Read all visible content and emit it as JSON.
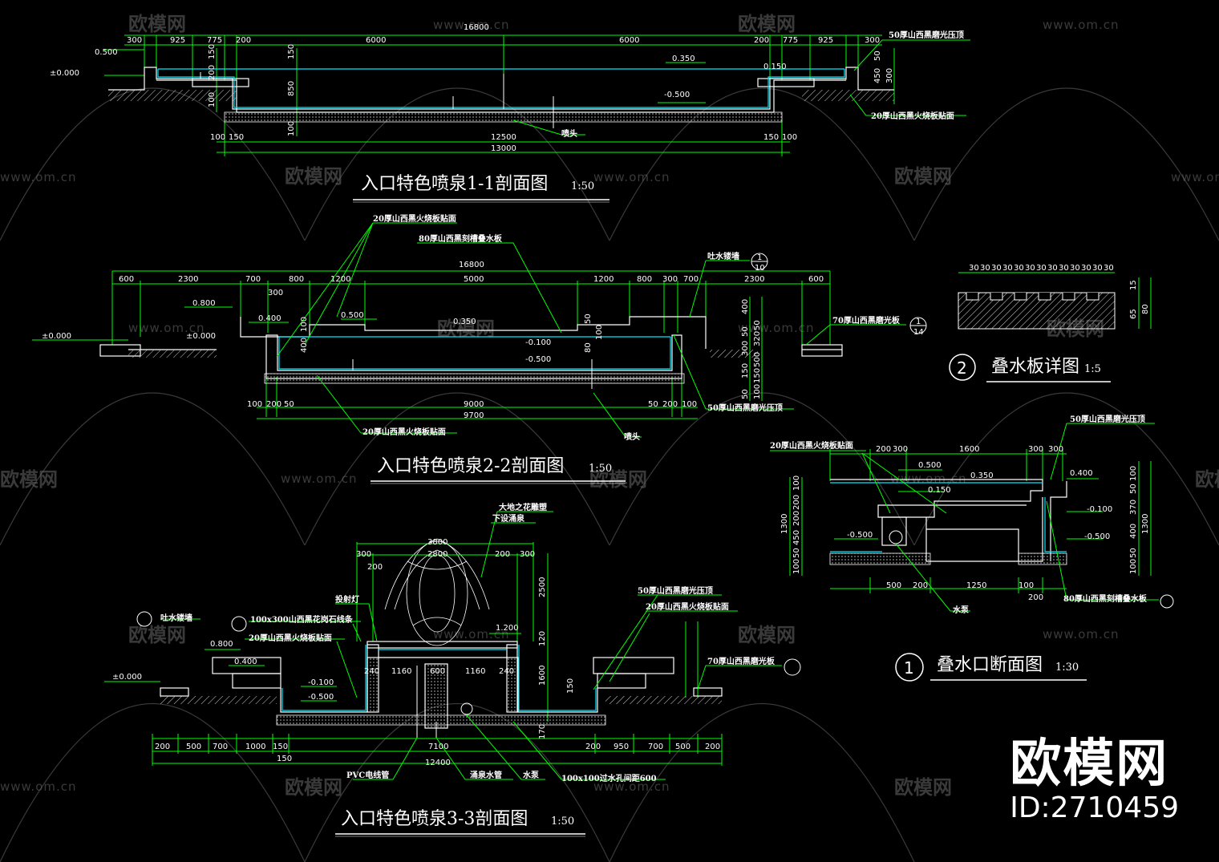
{
  "watermark": {
    "brand": "欧模网",
    "url": "www.om.cn"
  },
  "brand_block": {
    "name": "欧模网",
    "id": "ID:2710459"
  },
  "section1": {
    "title": "入口特色喷泉1-1剖面图",
    "scale": "1:50",
    "top_dims": [
      "300",
      "925",
      "775",
      "200",
      "6000",
      "6000",
      "200",
      "775",
      "925",
      "300"
    ],
    "overall_top": "16800",
    "bottom_dims": [
      "100",
      "150",
      "12500",
      "150",
      "100"
    ],
    "overall_bottom": "13000",
    "left_vertical": [
      "150",
      "200",
      "100"
    ],
    "center_vertical": [
      "150",
      "850",
      "100"
    ],
    "right_vertical": [
      "50",
      "450",
      "300"
    ],
    "levels": {
      "l1": "0.500",
      "l2": "±0.000",
      "l3": "0.350",
      "l4": "0.150",
      "l5": "-0.500"
    },
    "notes": {
      "coping": "50厚山西黑磨光压顶",
      "cladding": "20厚山西黑火烧板贴面",
      "nozzle": "喷头"
    }
  },
  "section2": {
    "title": "入口特色喷泉2-2剖面图",
    "scale": "1:50",
    "top_dims": [
      "600",
      "2300",
      "700",
      "800",
      "1200",
      "5000",
      "1200",
      "800",
      "300",
      "700",
      "2300",
      "600"
    ],
    "overall_top": "16800",
    "bottom_dims": [
      "100",
      "200",
      "50",
      "9000",
      "50",
      "200",
      "100"
    ],
    "overall_bottom": "9700",
    "levels": {
      "l1": "0.800",
      "l2": "0.400",
      "l3": "±0.000",
      "l4": "±0.000",
      "l5": "0.500",
      "l6": "0.350",
      "l7": "-0.100",
      "l8": "-0.500"
    },
    "small_dims": [
      "300",
      "50",
      "400",
      "100",
      "80",
      "100",
      "400",
      "50",
      "150",
      "50",
      "300",
      "150",
      "100",
      "500",
      "320",
      "50"
    ],
    "notes": {
      "cladding_top": "20厚山西黑火烧板贴面",
      "weir_board": "80厚山西黑刻槽叠水板",
      "spout": "吐水镂墙",
      "paving": "70厚山西黑磨光板",
      "coping": "50厚山西黑磨光压顶",
      "cladding_bottom": "20厚山西黑火烧板贴面",
      "nozzle": "喷头"
    },
    "callouts": {
      "c1_num": "1",
      "c1_sheet": "10",
      "c2_num": "1",
      "c2_sheet": "14"
    }
  },
  "section3": {
    "title": "入口特色喷泉3-3剖面图",
    "scale": "1:50",
    "top_dims": [
      "3800",
      "2800",
      "300",
      "200",
      "200",
      "300"
    ],
    "inner_dims": [
      "240",
      "1160",
      "600",
      "1160",
      "240"
    ],
    "bottom_dims": [
      "200",
      "500",
      "700",
      "1000",
      "150",
      "7100",
      "200",
      "950",
      "700",
      "500",
      "200"
    ],
    "overall_bottom": "12400",
    "extra_dim": "150",
    "vertical_dims": [
      "2500",
      "120",
      "1600",
      "170",
      "150"
    ],
    "levels": {
      "l1": "1.200",
      "l2": "0.800",
      "l3": "0.400",
      "l4": "±0.000",
      "l5": "-0.100",
      "l6": "-0.500"
    },
    "notes": {
      "sculpture": "大地之花雕塑",
      "pump_below": "下设涌泉",
      "spotlight": "投射灯",
      "granite": "100x300山西黑花岗石线条",
      "cladding_left": "20厚山西黑火烧板贴面",
      "spout": "吐水镂墙",
      "coping": "50厚山西黑磨光压顶",
      "cladding_right": "20厚山西黑火烧板贴面",
      "paving": "70厚山西黑磨光板",
      "pvc": "PVC电线管",
      "pipe": "涌泉水管",
      "pump": "水泵",
      "overflow": "100x100过水孔间距600"
    }
  },
  "detail2": {
    "title": "叠水板详图",
    "scale": "1:5",
    "number": "2",
    "top_dims": [
      "30",
      "30",
      "30",
      "30",
      "30",
      "30",
      "30",
      "30",
      "30",
      "30",
      "30",
      "30",
      "30"
    ],
    "right_dims": [
      "15",
      "65",
      "80"
    ]
  },
  "detail1": {
    "title": "叠水口断面图",
    "scale": "1:30",
    "number": "1",
    "top_dims": [
      "200",
      "300",
      "1600",
      "300",
      "300"
    ],
    "bottom_dims": [
      "500",
      "200",
      "1250",
      "100",
      "200"
    ],
    "left_dims": [
      "100",
      "200",
      "200",
      "450",
      "50",
      "100"
    ],
    "left_total": "1300",
    "right_dims": [
      "100",
      "50",
      "370",
      "400",
      "50",
      "100"
    ],
    "right_total": "1300",
    "levels": {
      "l1": "0.500",
      "l2": "0.350",
      "l3": "0.150",
      "l4": "0.400",
      "l5": "-0.100",
      "l6": "-0.500",
      "l7": "-0.500"
    },
    "notes": {
      "cladding": "20厚山西黑火烧板贴面",
      "coping": "50厚山西黑磨光压顶",
      "pump": "水泵",
      "weir_board": "80厚山西黑刻槽叠水板"
    }
  },
  "colors": {
    "background": "#000000",
    "dimension": "#00ff00",
    "structure": "#ffffff",
    "water": "#00e5ff",
    "label_line": "#00ff00"
  }
}
